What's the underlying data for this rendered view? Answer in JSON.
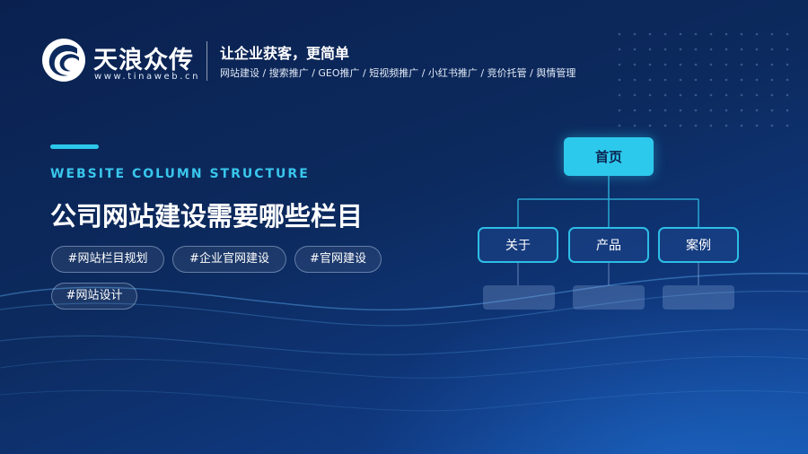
{
  "brand": {
    "name": "天浪众传",
    "url": "www.tinaweb.cn"
  },
  "header": {
    "tagline": "让企业获客，更简单",
    "services": "网站建设 / 搜索推广 / GEO推广 / 短视频推广 / 小红书推广 / 竞价托管 / 舆情管理"
  },
  "hero": {
    "subtitle_en": "WEBSITE COLUMN STRUCTURE",
    "title": "公司网站建设需要哪些栏目",
    "tags": [
      "#网站栏目规划",
      "#企业官网建设",
      "#官网建设",
      "#网站设计"
    ]
  },
  "diagram": {
    "root": "首页",
    "children": [
      "关于",
      "产品",
      "案例"
    ]
  },
  "colors": {
    "accent": "#2dc9ec",
    "background_top": "#0a2150",
    "background_bottom": "#1553a8"
  }
}
